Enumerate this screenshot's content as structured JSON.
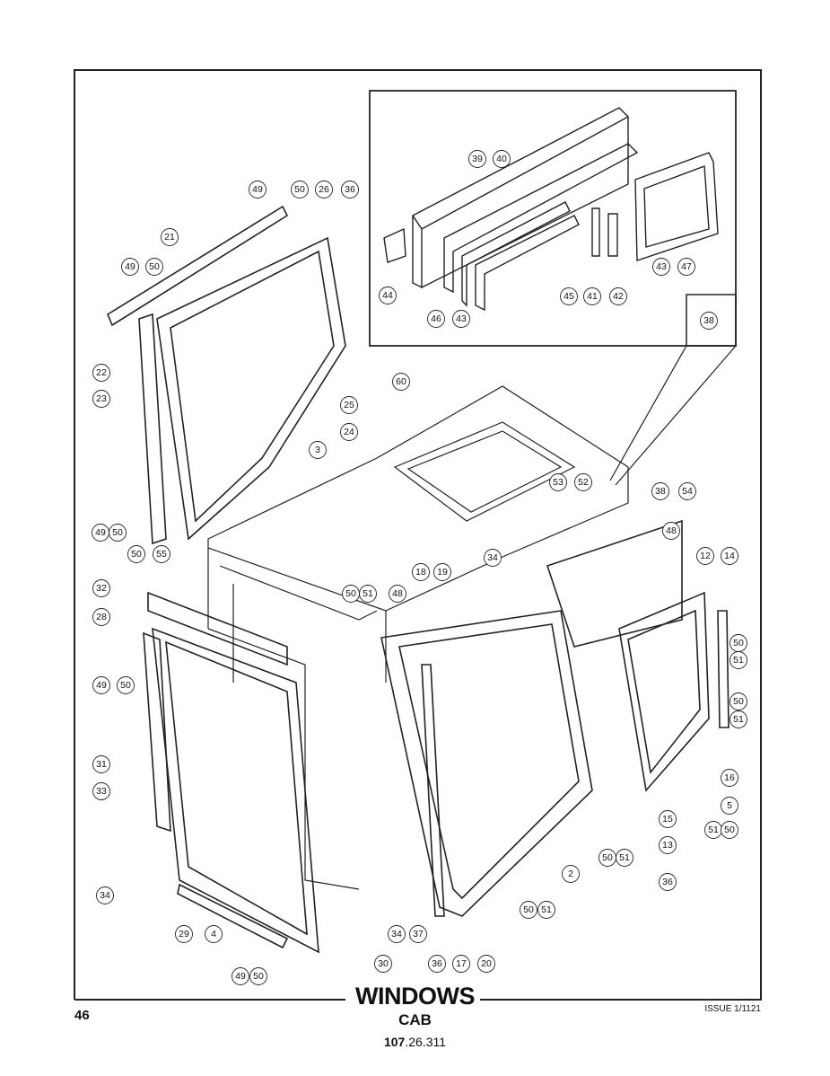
{
  "page_number": "46",
  "issue": "ISSUE 1/1121",
  "title": "WINDOWS",
  "subtitle": "CAB",
  "code_bold": "107",
  "code_rest": ".26.311",
  "callouts": [
    "39",
    "40",
    "44",
    "46",
    "43",
    "45",
    "41",
    "42",
    "43",
    "47",
    "38",
    "49",
    "50",
    "26",
    "36",
    "21",
    "49",
    "50",
    "22",
    "23",
    "60",
    "25",
    "24",
    "3",
    "49",
    "50",
    "53",
    "52",
    "38",
    "54",
    "50",
    "55",
    "48",
    "12",
    "14",
    "34",
    "32",
    "18",
    "19",
    "50",
    "51",
    "48",
    "28",
    "50",
    "51",
    "49",
    "50",
    "50",
    "51",
    "31",
    "16",
    "33",
    "5",
    "15",
    "51",
    "50",
    "13",
    "50",
    "51",
    "2",
    "36",
    "34",
    "50",
    "51",
    "29",
    "4",
    "34",
    "37",
    "36",
    "17",
    "20",
    "30",
    "49",
    "50"
  ]
}
